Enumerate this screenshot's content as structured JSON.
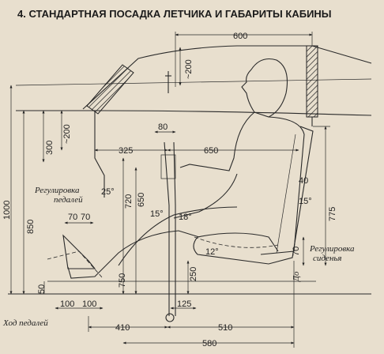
{
  "title": "4. СТАНДАРТНАЯ ПОСАДКА ЛЕТЧИКА И ГАБАРИТЫ КАБИНЫ",
  "labels": {
    "pedal_adjust": [
      "Регулировка",
      "педалей"
    ],
    "seat_adjust": [
      "Регулировка",
      "сиденья"
    ],
    "pedal_travel": "Ход педалей",
    "to": "До"
  },
  "dimensions": {
    "d600": "600",
    "d200a": "~200",
    "d200b": "~200",
    "d300": "300",
    "d80": "80",
    "d325": "325",
    "d650h": "650",
    "d25": "25°",
    "d720": "720",
    "d650v": "650",
    "d15a": "15°",
    "d18": "18°",
    "d40": "40",
    "d15b": "15°",
    "d775": "775",
    "d1000": "1000",
    "d850": "850",
    "d70a": "70",
    "d70b": "70",
    "d12": "12°",
    "d70c": "70",
    "d750": "750",
    "d250": "250",
    "d50": "50",
    "d100a": "100",
    "d100b": "100",
    "d125": "125",
    "d410": "410",
    "d510": "510",
    "d580": "580"
  }
}
